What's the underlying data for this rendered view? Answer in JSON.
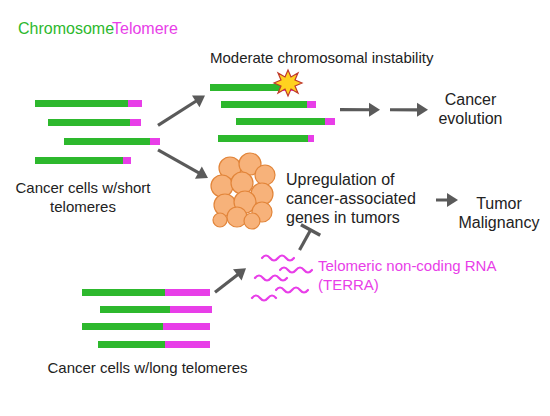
{
  "diagram": {
    "nodes": [
      {
        "text": [
          "Cancer cells w/short telomeres"
        ]
      },
      {
        "text": [
          "Moderate chromosomal instability"
        ]
      },
      {
        "text": [
          "Cancer evolution"
        ]
      },
      {
        "text": [
          "Upregulation of cancer-associated genes in tumors"
        ]
      },
      {
        "text": [
          "Tumor Malignancy"
        ]
      },
      {
        "text": [
          "Telomeric non-coding RNA (TERRA)"
        ]
      },
      {
        "text": [
          "Cancer cells w/long telomeres"
        ]
      }
    ],
    "edges": [
      {
        "from": 0,
        "to": 1,
        "arrow": "to"
      },
      {
        "from": 0,
        "to": 3,
        "arrow": "to"
      },
      {
        "from": 1,
        "to": 2,
        "arrow": "to"
      },
      {
        "from": 3,
        "to": 4,
        "arrow": "to"
      },
      {
        "from": 6,
        "to": 5,
        "arrow": "to"
      },
      {
        "from": 5,
        "to": 3,
        "arrow": "to"
      }
    ],
    "labels": [
      "Chromosome",
      "Telomere"
    ]
  }
}
